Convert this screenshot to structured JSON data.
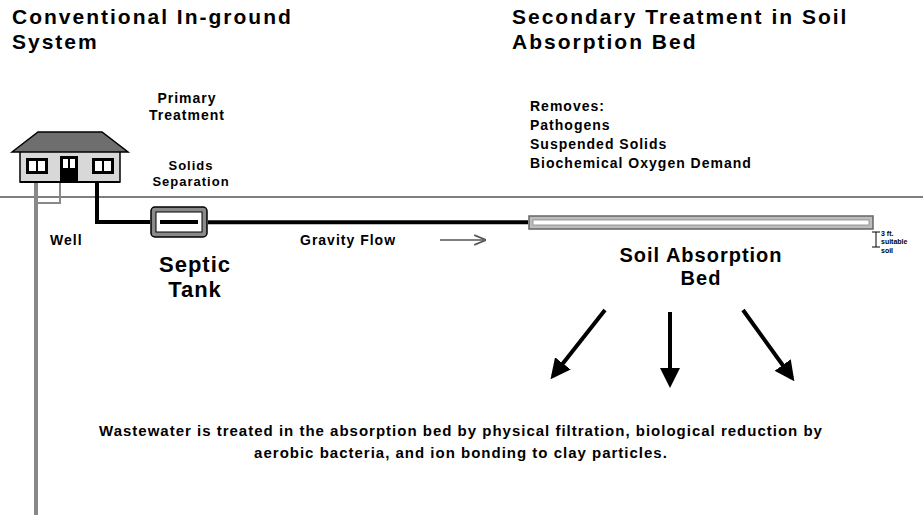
{
  "diagram": {
    "title": "Conventional In-ground System",
    "nodes": [
      {
        "text": [
          "Septic Tank"
        ]
      },
      {
        "text": [
          "Soil Absorption Bed"
        ]
      }
    ],
    "edges": [
      {
        "from": 0,
        "to": 1,
        "arrow": "none",
        "label": "Gravity Flow"
      }
    ],
    "labels": [
      "Secondary Treatment in Soil Absorption Bed",
      "Primary Treatment",
      "Solids Separation",
      "Well",
      "Removes:",
      "Pathogens",
      "Suspended Solids",
      "Biochemical Oxygen Demand",
      "3 ft. suitable soil",
      "Wastewater is treated in the absorption bed by physical filtration, biological reduction by aerobic bacteria, and ion bonding to clay particles."
    ]
  }
}
